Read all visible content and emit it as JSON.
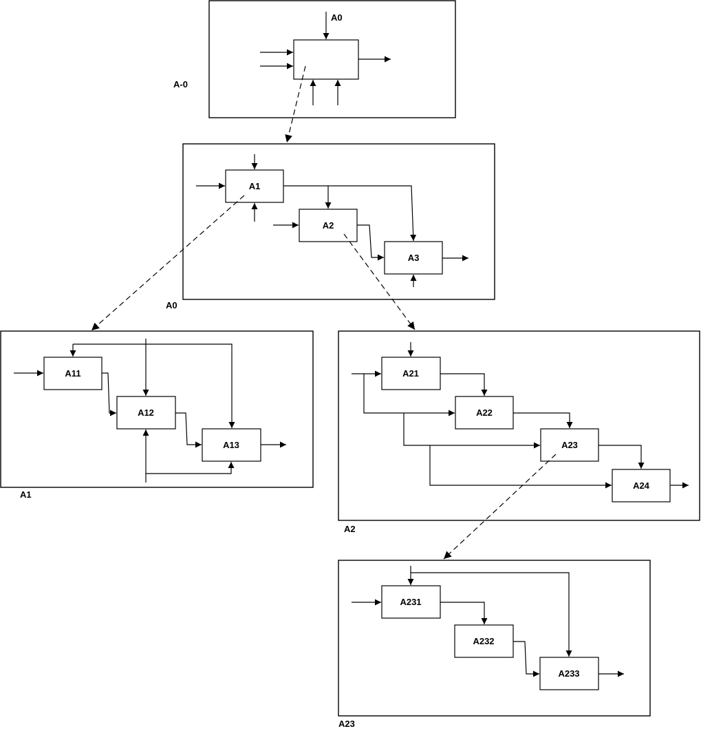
{
  "context": {
    "frame_label": "A-0",
    "node_label": "A0"
  },
  "a0": {
    "frame_label": "A0",
    "boxes": {
      "a1": "A1",
      "a2": "A2",
      "a3": "A3"
    }
  },
  "a1": {
    "frame_label": "A1",
    "boxes": {
      "a11": "A11",
      "a12": "A12",
      "a13": "A13"
    }
  },
  "a2": {
    "frame_label": "A2",
    "boxes": {
      "a21": "A21",
      "a22": "A22",
      "a23": "A23",
      "a24": "A24"
    }
  },
  "a23": {
    "frame_label": "A23",
    "boxes": {
      "a231": "A231",
      "a232": "A232",
      "a233": "A233"
    }
  }
}
